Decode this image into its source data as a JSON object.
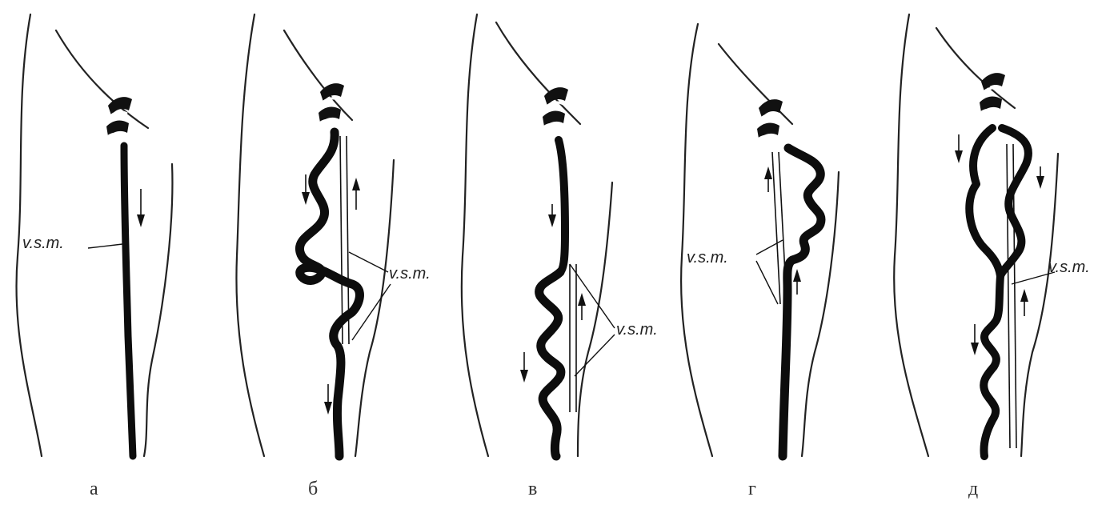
{
  "panels": [
    {
      "letter": "а",
      "vessel_label": "v.s.m."
    },
    {
      "letter": "б",
      "vessel_label": "v.s.m."
    },
    {
      "letter": "в",
      "vessel_label": "v.s.m."
    },
    {
      "letter": "г",
      "vessel_label": "v.s.m."
    },
    {
      "letter": "д",
      "vessel_label": "v.s.m."
    }
  ],
  "colors": {
    "ink": "#111111",
    "background": "#ffffff"
  }
}
